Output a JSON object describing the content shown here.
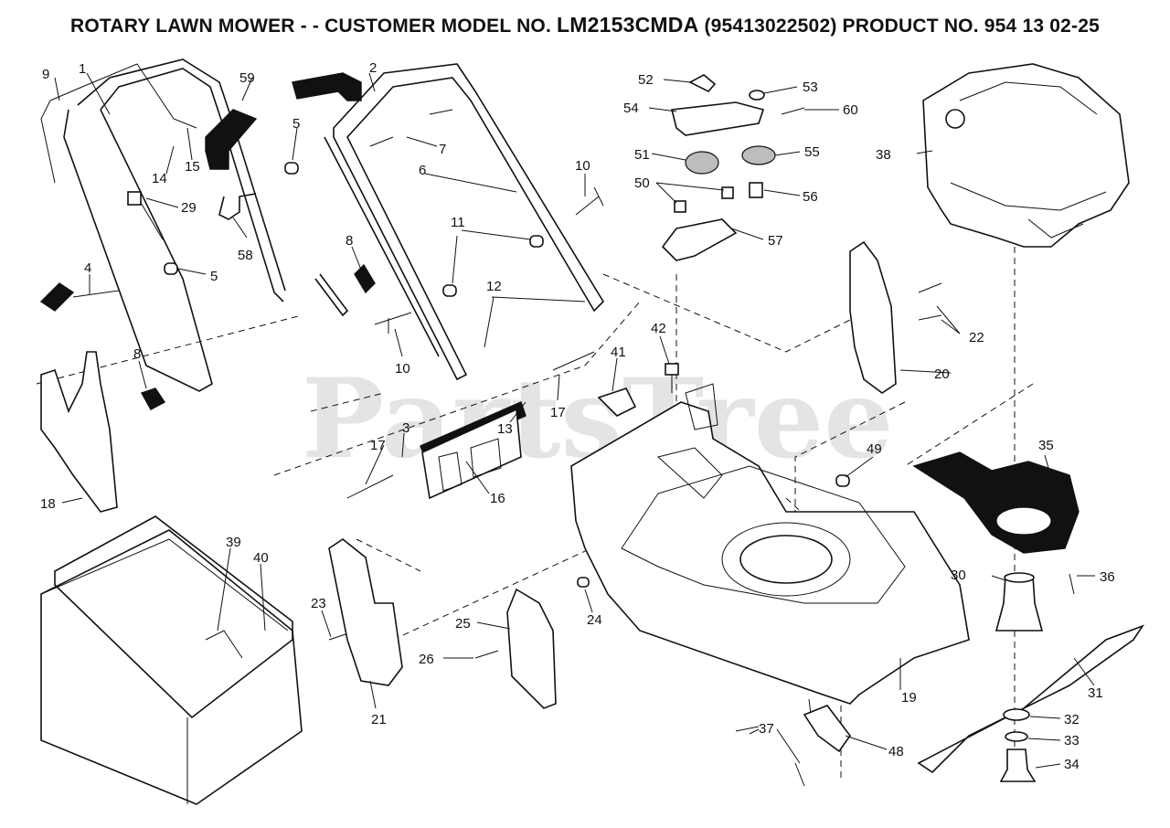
{
  "header": {
    "title_prefix": "ROTARY LAWN MOWER - - CUSTOMER MODEL NO. ",
    "model_no": "LM2153CMDA",
    "title_suffix": " (95413022502) PRODUCT NO. 954 13 02-25"
  },
  "watermark": "PartsTree",
  "callouts": {
    "c1": "1",
    "c2": "2",
    "c3": "3",
    "c4": "4",
    "c5a": "5",
    "c5b": "5",
    "c6": "6",
    "c7": "7",
    "c8a": "8",
    "c8b": "8",
    "c9": "9",
    "c10a": "10",
    "c10b": "10",
    "c11": "11",
    "c12": "12",
    "c13": "13",
    "c14": "14",
    "c15": "15",
    "c16": "16",
    "c17a": "17",
    "c17b": "17",
    "c18": "18",
    "c19": "19",
    "c20": "20",
    "c21": "21",
    "c22": "22",
    "c23": "23",
    "c24": "24",
    "c25": "25",
    "c26": "26",
    "c29": "29",
    "c30": "30",
    "c31": "31",
    "c32": "32",
    "c33": "33",
    "c34": "34",
    "c35": "35",
    "c36": "36",
    "c37": "37",
    "c38": "38",
    "c39": "39",
    "c40": "40",
    "c41": "41",
    "c42": "42",
    "c48": "48",
    "c49": "49",
    "c50": "50",
    "c51": "51",
    "c52": "52",
    "c53": "53",
    "c54": "54",
    "c55": "55",
    "c56": "56",
    "c57": "57",
    "c58": "58",
    "c59": "59",
    "c60": "60"
  }
}
